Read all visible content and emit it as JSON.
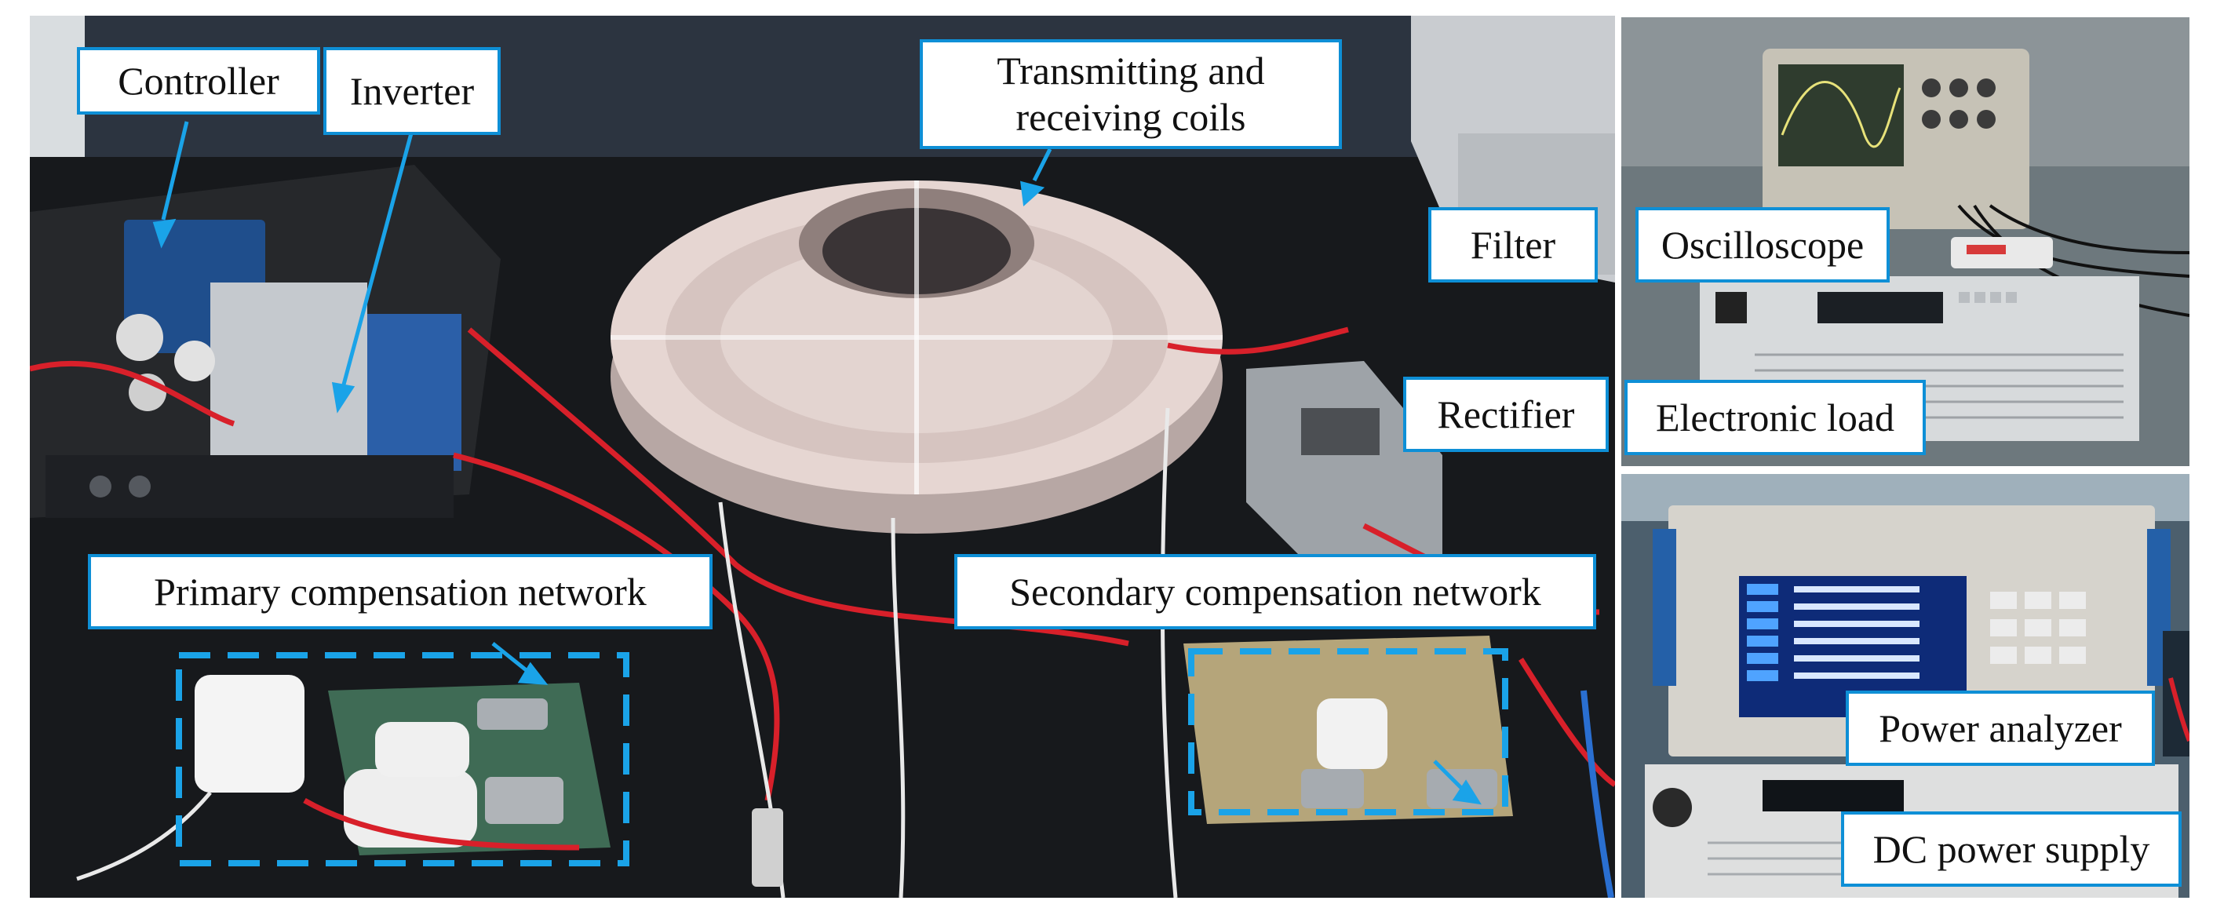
{
  "labels": {
    "controller": "Controller",
    "inverter": "Inverter",
    "coils_line1": "Transmitting and",
    "coils_line2": "receiving coils",
    "filter": "Filter",
    "rectifier": "Rectifier",
    "primary_network": "Primary compensation network",
    "secondary_network": "Secondary compensation network",
    "oscilloscope": "Oscilloscope",
    "electronic_load": "Electronic load",
    "power_analyzer": "Power analyzer",
    "dc_supply": "DC power supply"
  },
  "icons": {
    "leader_line": "leader-arrow",
    "region_outline": "dashed-box"
  },
  "colors": {
    "label_border": "#0e8fd6",
    "annotation": "#1aa3e8",
    "cable": "#d8202a",
    "bench": "#1a1c1f"
  }
}
